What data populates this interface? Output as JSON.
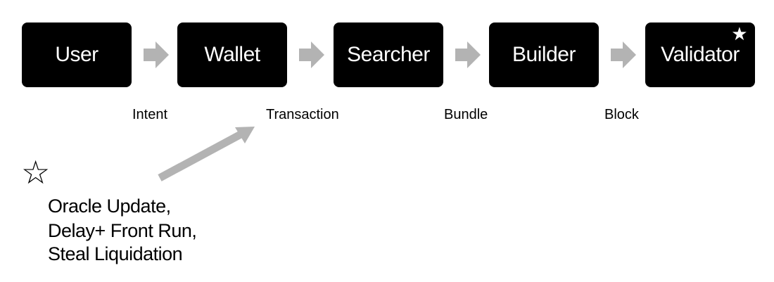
{
  "nodes": [
    {
      "label": "User"
    },
    {
      "label": "Wallet"
    },
    {
      "label": "Searcher"
    },
    {
      "label": "Builder"
    },
    {
      "label": "Validator"
    }
  ],
  "edge_labels": [
    "Intent",
    "Transaction",
    "Bundle",
    "Block"
  ],
  "validator_star": "★",
  "outline_star": "☆",
  "note_lines": [
    "Oracle Update,",
    "Delay+ Front Run,",
    "Steal Liquidation"
  ],
  "colors": {
    "node_fill": "#000000",
    "node_text": "#ffffff",
    "arrow": "#b3b3b3",
    "text": "#000000"
  },
  "icons": {
    "flow_arrow": "right-arrow-icon",
    "inject_arrow": "diagonal-arrow-icon",
    "validator_marker": "filled-star-icon",
    "note_marker": "outline-star-icon"
  }
}
